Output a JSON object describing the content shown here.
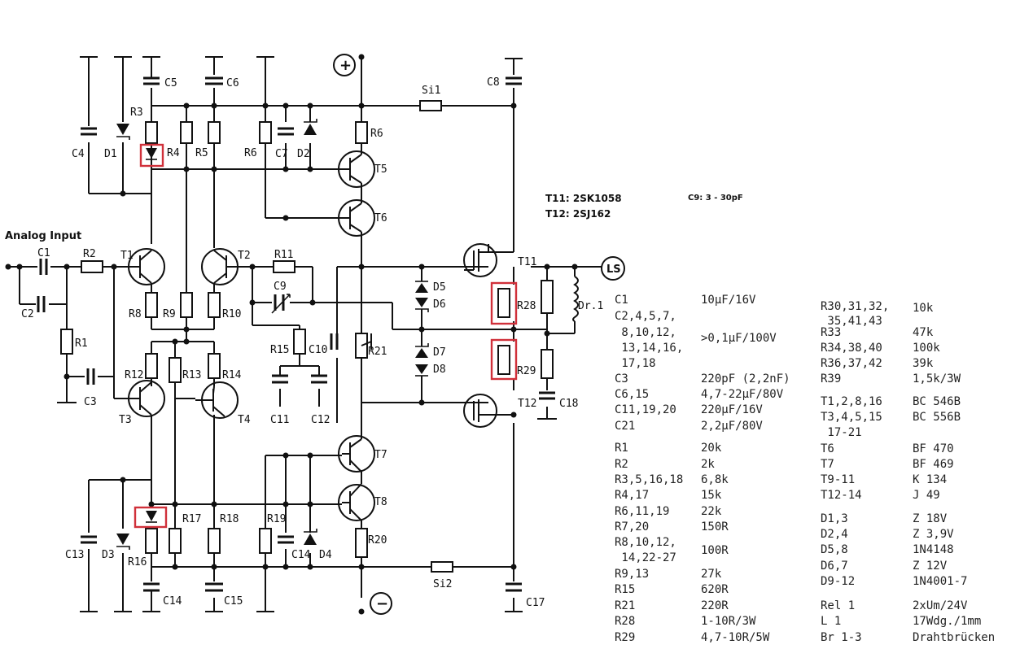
{
  "annotations": {
    "analog_input": "Analog Input",
    "t11": "T11: 2SK1058",
    "t12": "T12: 2SJ162",
    "c9": "C9: 3 - 30pF"
  },
  "schematic_labels": {
    "c1": "C1",
    "c2": "C2",
    "c3": "C3",
    "c4": "C4",
    "c5": "C5",
    "c6": "C6",
    "c7": "C7",
    "c8": "C8",
    "c9": "C9",
    "c10": "C10",
    "c11": "C11",
    "c12": "C12",
    "c13": "C13",
    "c14a": "C14",
    "c14b": "C14",
    "c15": "C15",
    "c17": "C17",
    "c18": "C18",
    "r1": "R1",
    "r2": "R2",
    "r3": "R3",
    "r4": "R4",
    "r5": "R5",
    "r6a": "R6",
    "r6b": "R6",
    "r8": "R8",
    "r9": "R9",
    "r10": "R10",
    "r11": "R11",
    "r12": "R12",
    "r13": "R13",
    "r14": "R14",
    "r15": "R15",
    "r16": "R16",
    "r17": "R17",
    "r18": "R18",
    "r19": "R19",
    "r20": "R20",
    "r21": "R21",
    "r28": "R28",
    "r29": "R29",
    "d1": "D1",
    "d2": "D2",
    "d3": "D3",
    "d4": "D4",
    "d5": "D5",
    "d6": "D6",
    "d7": "D7",
    "d8": "D8",
    "t1": "T1",
    "t2": "T2",
    "t3": "T3",
    "t4": "T4",
    "t5": "T5",
    "t6": "T6",
    "t7": "T7",
    "t8": "T8",
    "t11": "T11",
    "t12": "T12",
    "si1": "Si1",
    "si2": "Si2",
    "dr1": "Dr.1",
    "ls": "LS",
    "plus": "+",
    "minus": "−"
  },
  "parts_list": {
    "col1": [
      {
        "ref": "C1",
        "val": "10µF/16V"
      },
      {
        "ref": "C2,4,5,7,",
        "val": ""
      },
      {
        "ref": " 8,10,12,",
        "val": ">0,1µF/100V"
      },
      {
        "ref": " 13,14,16,",
        "val": ""
      },
      {
        "ref": " 17,18",
        "val": ""
      },
      {
        "ref": "C3",
        "val": "220pF (2,2nF)"
      },
      {
        "ref": "C6,15",
        "val": "4,7-22µF/80V"
      },
      {
        "ref": "C11,19,20",
        "val": "220µF/16V"
      },
      {
        "ref": "C21",
        "val": "2,2µF/80V"
      },
      {
        "ref": "R1",
        "val": "20k"
      },
      {
        "ref": "R2",
        "val": "2k"
      },
      {
        "ref": "R3,5,16,18",
        "val": "6,8k"
      },
      {
        "ref": "R4,17",
        "val": "15k"
      },
      {
        "ref": "R6,11,19",
        "val": "22k"
      },
      {
        "ref": "R7,20",
        "val": "150R"
      },
      {
        "ref": "R8,10,12,",
        "val": "100R"
      },
      {
        "ref": " 14,22-27",
        "val": ""
      },
      {
        "ref": "R9,13",
        "val": "27k"
      },
      {
        "ref": "R15",
        "val": "620R"
      },
      {
        "ref": "R21",
        "val": "220R"
      },
      {
        "ref": "R28",
        "val": "1-10R/3W"
      },
      {
        "ref": "R29",
        "val": "4,7-10R/5W"
      }
    ],
    "col2": [
      {
        "ref": "R30,31,32,",
        "val": "10k"
      },
      {
        "ref": " 35,41,43",
        "val": ""
      },
      {
        "ref": "R33",
        "val": "47k"
      },
      {
        "ref": "R34,38,40",
        "val": "100k"
      },
      {
        "ref": "R36,37,42",
        "val": "39k"
      },
      {
        "ref": "R39",
        "val": "1,5k/3W"
      },
      {
        "ref": "T1,2,8,16",
        "val": "BC 546B"
      },
      {
        "ref": "T3,4,5,15",
        "val": "BC 556B"
      },
      {
        "ref": " 17-21",
        "val": ""
      },
      {
        "ref": "T6",
        "val": "BF 470"
      },
      {
        "ref": "T7",
        "val": "BF 469"
      },
      {
        "ref": "T9-11",
        "val": "K 134"
      },
      {
        "ref": "T12-14",
        "val": "J 49"
      },
      {
        "ref": "D1,3",
        "val": "Z 18V"
      },
      {
        "ref": "D2,4",
        "val": "Z 3,9V"
      },
      {
        "ref": "D5,8",
        "val": "1N4148"
      },
      {
        "ref": "D6,7",
        "val": "Z 12V"
      },
      {
        "ref": "D9-12",
        "val": "1N4001-7"
      },
      {
        "ref": "Rel 1",
        "val": "2xUm/24V"
      },
      {
        "ref": "L 1",
        "val": "17Wdg./1mm"
      },
      {
        "ref": "Br 1-3",
        "val": "Drahtbrücken"
      }
    ]
  },
  "colors": {
    "ink": "#111111",
    "highlight": "#d0303a",
    "background": "#ffffff"
  }
}
